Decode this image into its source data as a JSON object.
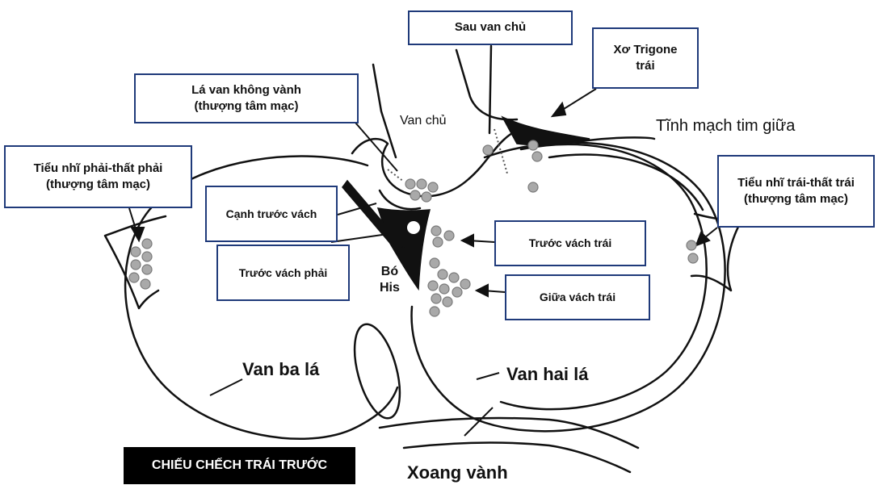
{
  "labels": {
    "post_aortic": "Sau van chủ",
    "left_fibrous_trigone": "Xơ Trigone\ntrái",
    "non_coronary_leaflet": "Lá van không vành\n(thượng tâm mạc)",
    "aortic_valve": "Van chủ",
    "middle_cardiac_vein": "Tĩnh mạch tim giữa",
    "right_atrioventricular": "Tiểu nhĩ phải-thất phải\n(thượng tâm mạc)",
    "left_atrioventricular": "Tiểu nhĩ trái-thất trái\n(thượng tâm mạc)",
    "para_septal_anterior": "Cạnh trước vách",
    "right_anterior_septal": "Trước vách phải",
    "his_bundle": "Bó\nHis",
    "left_anterior_septal": "Trước vách trái",
    "left_mid_septal": "Giữa vách trái",
    "tricuspid_valve": "Van ba lá",
    "mitral_valve": "Van hai lá",
    "coronary_sinus": "Xoang vành",
    "view_title": "CHIẾU CHẾCH TRÁI TRƯỚC"
  },
  "colors": {
    "box_border": "#1f3a7a",
    "site_fill": "#a9a9a9",
    "line": "#111111",
    "title_bg": "#000000"
  }
}
